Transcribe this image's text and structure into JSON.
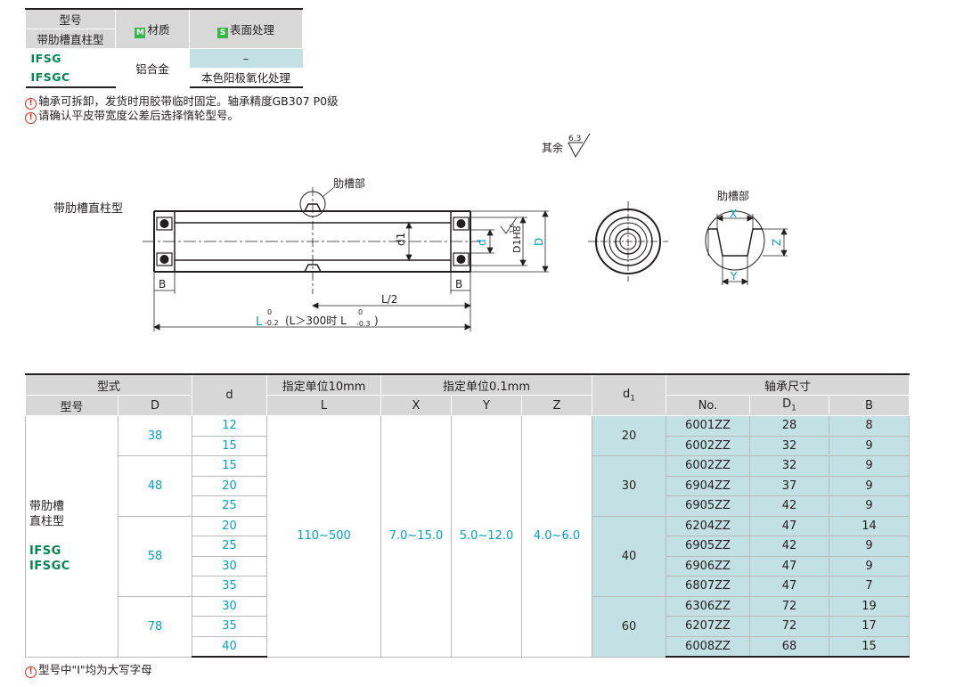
{
  "material_table": {
    "header_model": "型号",
    "header_type": "带肋槽直柱型",
    "material_tag": "M",
    "material_label": "材质",
    "surface_tag": "S",
    "surface_label": "表面处理",
    "codes": [
      "IFSG",
      "IFSGC"
    ],
    "material_value": "铝合金",
    "surface_values": [
      "–",
      "本色阳极氧化处理"
    ]
  },
  "notes": [
    "轴承可拆卸，发货时用胶带临时固定。轴承精度GB307 P0级",
    "请确认平皮带宽度公差后选择惰轮型号。"
  ],
  "drawing": {
    "roughness_prefix": "其余",
    "roughness_value": "6.3",
    "roughness_small": "1.6",
    "type_title": "带肋槽直柱型",
    "rib_label": "肋槽部",
    "rib_section_title": "肋槽部",
    "dim_d1": "d1",
    "dim_d": "d",
    "dim_D1H8": "D1H8",
    "dim_D": "D",
    "dim_B": "B",
    "dim_L2": "L/2",
    "dim_L_main": "L",
    "dim_L_tol_upper": "0",
    "dim_L_tol_lower": "-0.2",
    "dim_L_cond": "(L＞300时 L",
    "dim_L_cond_tol_upper": "0",
    "dim_L_cond_tol_lower": "-0.3",
    "dim_L_cond_end": ")",
    "dim_X": "X",
    "dim_Y": "Y",
    "dim_Z": "Z"
  },
  "spec_table": {
    "h_form": "型式",
    "h_model": "型号",
    "h_D": "D",
    "h_d": "d",
    "h_unit10": "指定单位10mm",
    "h_L": "L",
    "h_unit01": "指定单位0.1mm",
    "h_X": "X",
    "h_Y": "Y",
    "h_Z": "Z",
    "h_d1": "d",
    "h_d1_sub": "1",
    "h_bearing": "轴承尺寸",
    "h_no": "No.",
    "h_D1": "D",
    "h_D1_sub": "1",
    "h_B": "B",
    "type_name_1": "带肋槽",
    "type_name_2": "直柱型",
    "type_codes": [
      "IFSG",
      "IFSGC"
    ],
    "L_range": "110~500",
    "X_range": "7.0~15.0",
    "Y_range": "5.0~12.0",
    "Z_range": "4.0~6.0",
    "groups": [
      {
        "D": "38",
        "d": [
          "12",
          "15"
        ]
      },
      {
        "D": "48",
        "d": [
          "15",
          "20",
          "25"
        ]
      },
      {
        "D": "58",
        "d": [
          "20",
          "25",
          "30",
          "35"
        ]
      },
      {
        "D": "78",
        "d": [
          "30",
          "35",
          "40"
        ]
      }
    ],
    "d1_groups": [
      "20",
      "30",
      "40",
      "60"
    ],
    "bearings": [
      {
        "no": "6001ZZ",
        "D1": "28",
        "B": "8"
      },
      {
        "no": "6002ZZ",
        "D1": "32",
        "B": "9"
      },
      {
        "no": "6002ZZ",
        "D1": "32",
        "B": "9"
      },
      {
        "no": "6904ZZ",
        "D1": "37",
        "B": "9"
      },
      {
        "no": "6905ZZ",
        "D1": "42",
        "B": "9"
      },
      {
        "no": "6204ZZ",
        "D1": "47",
        "B": "14"
      },
      {
        "no": "6905ZZ",
        "D1": "42",
        "B": "9"
      },
      {
        "no": "6906ZZ",
        "D1": "47",
        "B": "9"
      },
      {
        "no": "6807ZZ",
        "D1": "47",
        "B": "7"
      },
      {
        "no": "6306ZZ",
        "D1": "72",
        "B": "19"
      },
      {
        "no": "6207ZZ",
        "D1": "72",
        "B": "17"
      },
      {
        "no": "6008ZZ",
        "D1": "68",
        "B": "15"
      }
    ]
  },
  "footer_note": "型号中\"I\"均为大写字母"
}
